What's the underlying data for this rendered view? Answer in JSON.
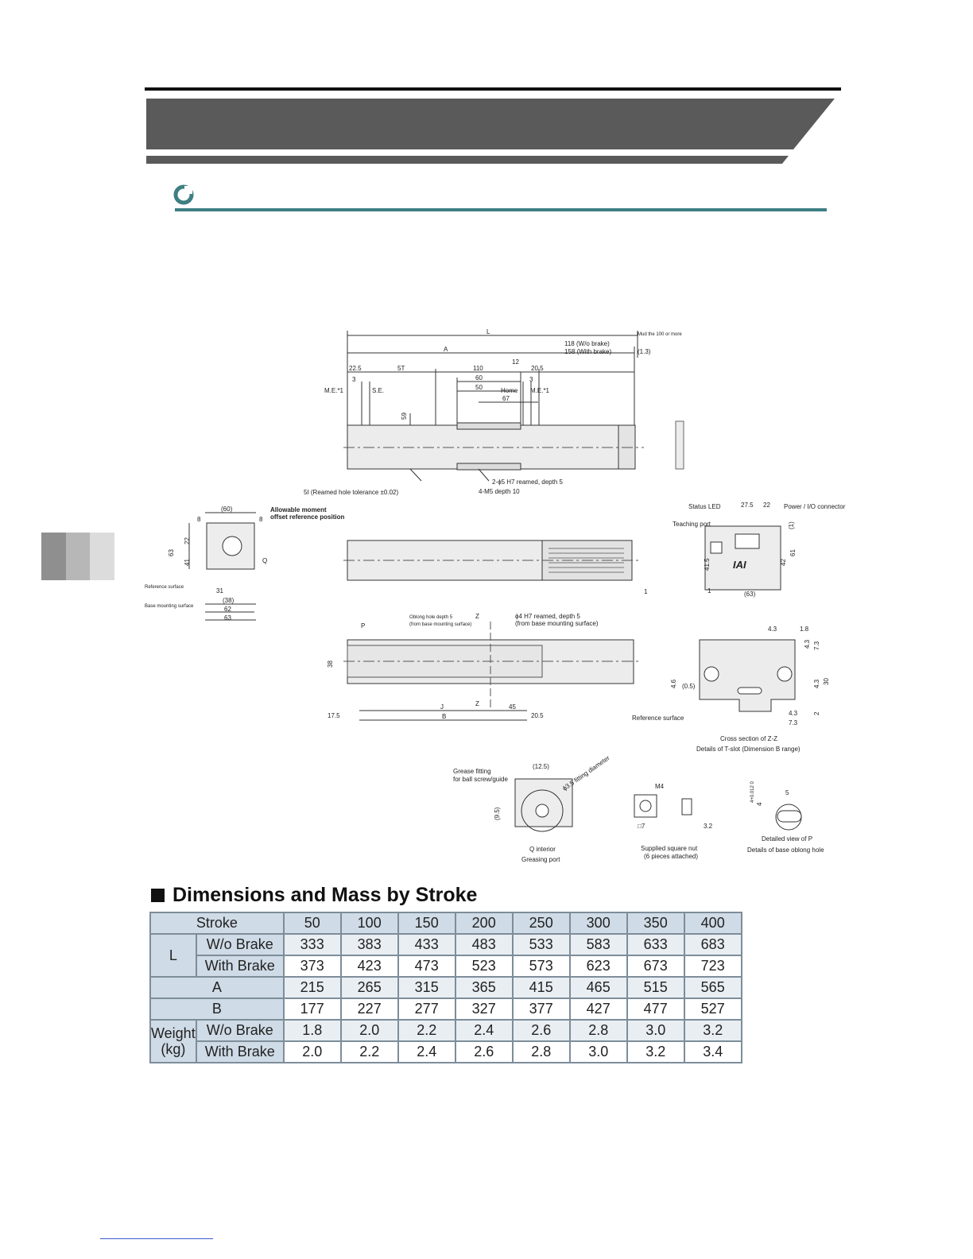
{
  "drawing": {
    "labels": {
      "L": "L",
      "A": "A",
      "B": "B",
      "J": "J",
      "P": "P",
      "Q": "Q",
      "Z": "Z",
      "d_22_5": "22.5",
      "d_5T": "5T",
      "d_110": "110",
      "d_60": "60",
      "d_50": "50",
      "d_67": "67",
      "d_12": "12",
      "d_20_5": "20.5",
      "d_3": "3",
      "d_59": "59",
      "d_1_3": "(1.3)",
      "wo_brake": "118 (W/o brake)",
      "with_brake": "158 (With brake)",
      "me": "M.E.*1",
      "se": "S.E.",
      "home": "Home",
      "reamed_hole": "5I (Reamed hole tolerance ±0.02)",
      "pin_hole": "2-ϕ5 H7 reamed, depth 5",
      "m5": "4-M5 depth 10",
      "d_60b": "(60)",
      "d_8": "8",
      "d_63": "63",
      "d_22": "22",
      "d_41": "41",
      "d_31": "31",
      "d_38": "(38)",
      "d_62": "62",
      "allowable1": "Allowable moment",
      "allowable2": "offset reference position",
      "ref_surface": "Reference surface",
      "base_surface": "Base mounting surface",
      "status_led": "Status LED",
      "teaching_port": "Teaching port",
      "power_io": "Power / I/O connector",
      "d_27_5": "27.5",
      "d_1": "(1)",
      "d_41_5": "41.5",
      "d_42": "42",
      "d_61": "61",
      "d_63b": "(63)",
      "d_1b": "1",
      "logo": "IAI",
      "oblong1": "Oblong hole depth 5",
      "oblong2": "(from base mounting surface)",
      "h7_1": "ϕ4 H7 reamed, depth 5",
      "h7_2": "(from base mounting surface)",
      "d_38b": "38",
      "d_17_5": "17.5",
      "d_45": "45",
      "d_20_5b": "20.5",
      "d_4_3": "4.3",
      "d_1_8": "1.8",
      "d_7_3": "7.3",
      "d_30": "30",
      "d_4_6": "4.6",
      "d_0_5": "(0.5)",
      "d_2": "2",
      "ref_surface_b": "Reference surface",
      "cross1": "Cross section of Z-Z",
      "cross2": "Details of T-slot (Dimension B range)",
      "grease1": "Grease fitting",
      "grease2": "for ball screw/guide",
      "d_12_5": "(12.5)",
      "fitting_dia": "ϕ3.5 fitting diameter",
      "d_9_5": "(9.5)",
      "q_interior": "Q interior",
      "greasing_port": "Greasing port",
      "m4": "M4",
      "sq7": "□7",
      "d_3_2": "3.2",
      "nut1": "Supplied square nut",
      "nut2": "(6 pieces attached)",
      "d_5": "5",
      "d_4": "4",
      "d_4tol": "4+0.012 0",
      "p_view1": "Detailed view of P",
      "p_view2": "Details of base oblong hole",
      "margin_note": "Mud the 100 or more"
    }
  },
  "table": {
    "title": "Dimensions and Mass by Stroke",
    "stroke_label": "Stroke",
    "strokes": [
      "50",
      "100",
      "150",
      "200",
      "250",
      "300",
      "350",
      "400"
    ],
    "L_label": "L",
    "A_label": "A",
    "B_label": "B",
    "weight_label": "Weight",
    "kg_label": "(kg)",
    "wo_brake_label": "W/o Brake",
    "with_brake_label": "With Brake",
    "L_wo": [
      "333",
      "383",
      "433",
      "483",
      "533",
      "583",
      "633",
      "683"
    ],
    "L_with": [
      "373",
      "423",
      "473",
      "523",
      "573",
      "623",
      "673",
      "723"
    ],
    "A": [
      "215",
      "265",
      "315",
      "365",
      "415",
      "465",
      "515",
      "565"
    ],
    "B": [
      "177",
      "227",
      "277",
      "327",
      "377",
      "427",
      "477",
      "527"
    ],
    "W_wo": [
      "1.8",
      "2.0",
      "2.2",
      "2.4",
      "2.6",
      "2.8",
      "3.0",
      "3.2"
    ],
    "W_with": [
      "2.0",
      "2.2",
      "2.4",
      "2.6",
      "2.8",
      "3.0",
      "3.2",
      "3.4"
    ]
  },
  "colors": {
    "banner": "#5a5a5a",
    "section_rule": "#3d7f82",
    "table_header": "#cfdbe6",
    "table_border": "#7d8d9a"
  }
}
